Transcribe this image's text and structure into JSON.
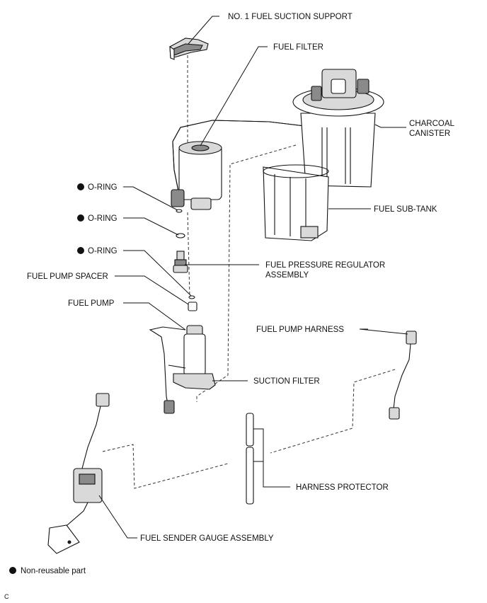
{
  "labels": {
    "fuel_suction_support": "NO. 1 FUEL SUCTION SUPPORT",
    "fuel_filter": "FUEL FILTER",
    "charcoal_canister_line1": "CHARCOAL",
    "charcoal_canister_line2": "CANISTER",
    "fuel_sub_tank": "FUEL SUB-TANK",
    "o_ring_1": "O-RING",
    "o_ring_2": "O-RING",
    "o_ring_3": "O-RING",
    "fuel_pressure_regulator_line1": "FUEL PRESSURE REGULATOR",
    "fuel_pressure_regulator_line2": "ASSEMBLY",
    "fuel_pump_spacer": "FUEL PUMP SPACER",
    "fuel_pump": "FUEL PUMP",
    "fuel_pump_harness": "FUEL PUMP HARNESS",
    "suction_filter": "SUCTION FILTER",
    "harness_protector": "HARNESS PROTECTOR",
    "fuel_sender_gauge": "FUEL SENDER GAUGE ASSEMBLY"
  },
  "legend": {
    "non_reusable": "Non-reusable part"
  },
  "footer": {
    "code": "C"
  }
}
